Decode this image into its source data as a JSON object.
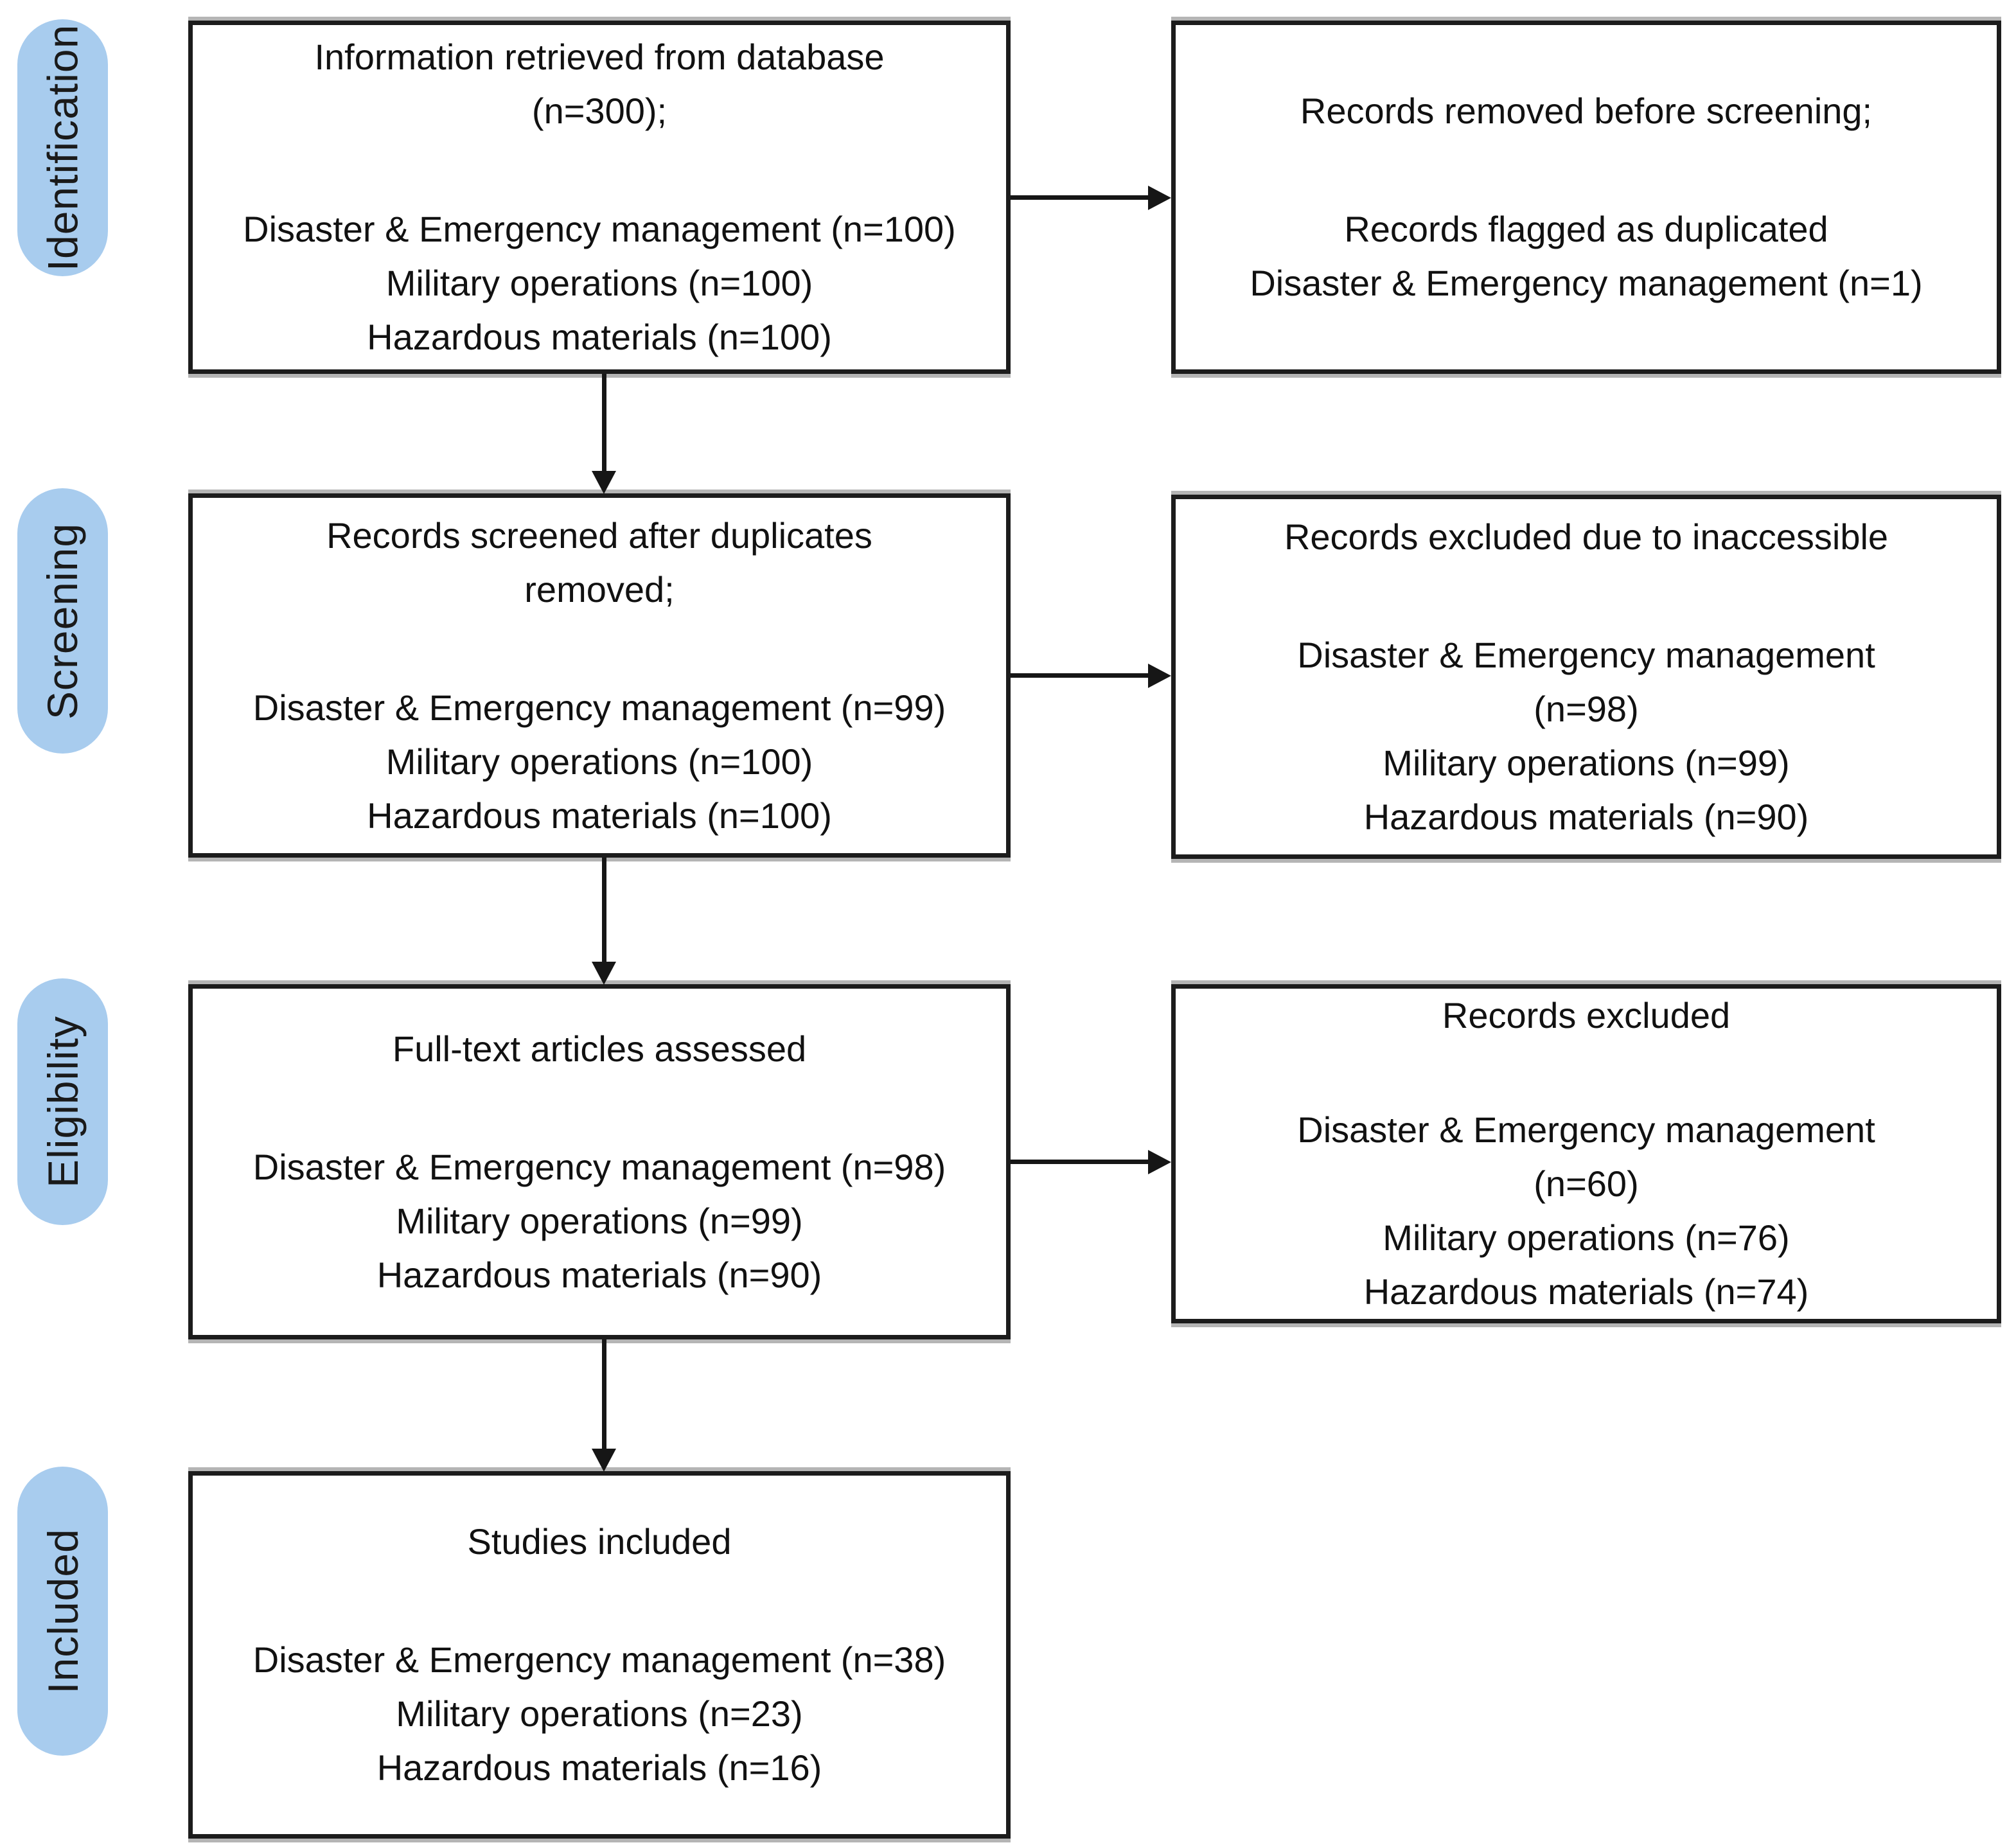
{
  "accent_color": "#a8ccee",
  "border_color": "#1c1c1c",
  "pills": {
    "identification": "Identification",
    "screening": "Screening",
    "eligibility": "Eligibility",
    "included": "Included"
  },
  "boxes": {
    "retrieved": {
      "line1": "Information retrieved from database",
      "line2": "(n=300);",
      "item1": "Disaster & Emergency management (n=100)",
      "item2": "Military operations (n=100)",
      "item3": "Hazardous materials (n=100)"
    },
    "removed_before_screening": {
      "line1": "Records removed before screening;",
      "item1": "Records flagged as duplicated",
      "item2": "Disaster & Emergency management (n=1)"
    },
    "screened": {
      "line1": "Records screened after duplicates",
      "line2": "removed;",
      "item1": "Disaster & Emergency management (n=99)",
      "item2": "Military operations (n=100)",
      "item3": "Hazardous materials (n=100)"
    },
    "excluded_inaccessible": {
      "line1": "Records excluded due to inaccessible",
      "item1": "Disaster & Emergency management",
      "item2": "(n=98)",
      "item3": "Military operations (n=99)",
      "item4": "Hazardous materials (n=90)"
    },
    "fulltext": {
      "line1": "Full-text articles assessed",
      "item1": "Disaster & Emergency management (n=98)",
      "item2": "Military operations (n=99)",
      "item3": "Hazardous materials (n=90)"
    },
    "excluded": {
      "line1": "Records excluded",
      "item1": "Disaster & Emergency management",
      "item2": "(n=60)",
      "item3": "Military operations (n=76)",
      "item4": "Hazardous materials (n=74)"
    },
    "included": {
      "line1": "Studies included",
      "item1": "Disaster & Emergency management (n=38)",
      "item2": "Military operations (n=23)",
      "item3": "Hazardous materials (n=16)"
    }
  }
}
